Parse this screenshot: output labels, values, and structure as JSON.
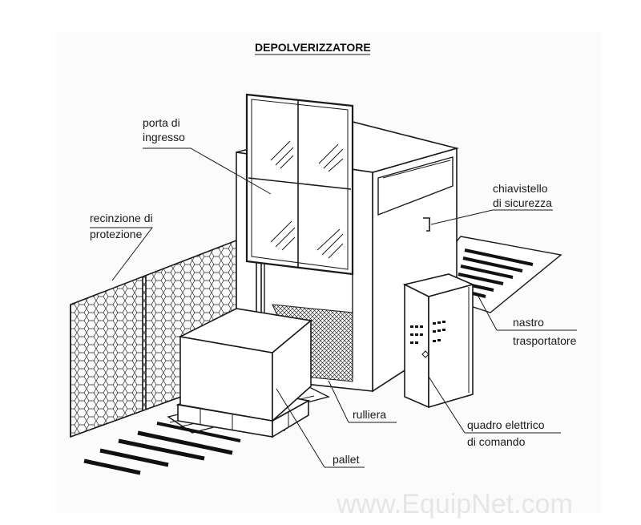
{
  "diagram": {
    "title": "DEPOLVERIZZATORE",
    "labels": {
      "porta_line1": "porta di",
      "porta_line2": "ingresso",
      "recinzione_line1": "recinzione di",
      "recinzione_line2": "protezione",
      "chiavistello_line1": "chiavistello",
      "chiavistello_line2": "di sicurezza",
      "nastro_line1": "nastro",
      "nastro_line2": "trasportatore",
      "rulliera": "rulliera",
      "quadro_line1": "quadro elettrico",
      "quadro_line2": "di comando",
      "pallet": "pallet"
    },
    "watermark": "www.EquipNet.com"
  }
}
